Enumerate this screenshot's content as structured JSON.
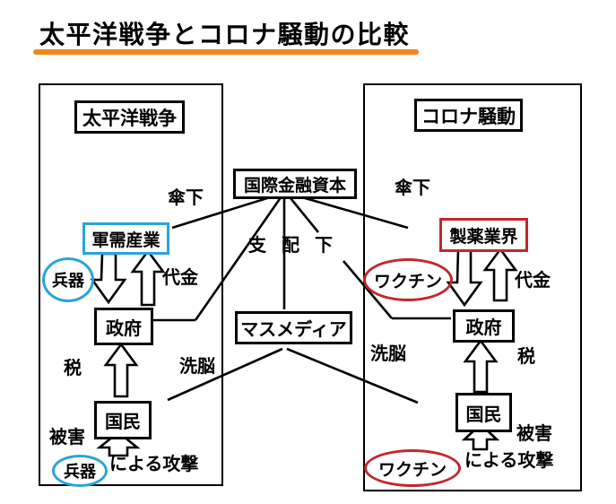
{
  "colors": {
    "orange": "#F0861E",
    "blue": "#29A3DC",
    "red": "#C1272D"
  },
  "title": "太平洋戦争とコロナ騒動の比較",
  "center": {
    "financial_capital": "国際金融資本",
    "control": "支配下",
    "mass_media": "マスメディア"
  },
  "left": {
    "header": "太平洋戦争",
    "umbrella": "傘下",
    "industry": "軍需産業",
    "weapon_top": "兵器",
    "payment": "代金",
    "government": "政府",
    "tax": "税",
    "brainwash": "洗脳",
    "citizens": "国民",
    "damage": "被害",
    "weapon_bottom": "兵器",
    "attack": "による攻撃"
  },
  "right": {
    "header": "コロナ騒動",
    "umbrella": "傘下",
    "industry": "製薬業界",
    "vaccine_top": "ワクチン",
    "payment": "代金",
    "government": "政府",
    "tax": "税",
    "brainwash": "洗脳",
    "citizens": "国民",
    "damage": "被害",
    "vaccine_bottom": "ワクチン",
    "attack": "による攻撃"
  }
}
